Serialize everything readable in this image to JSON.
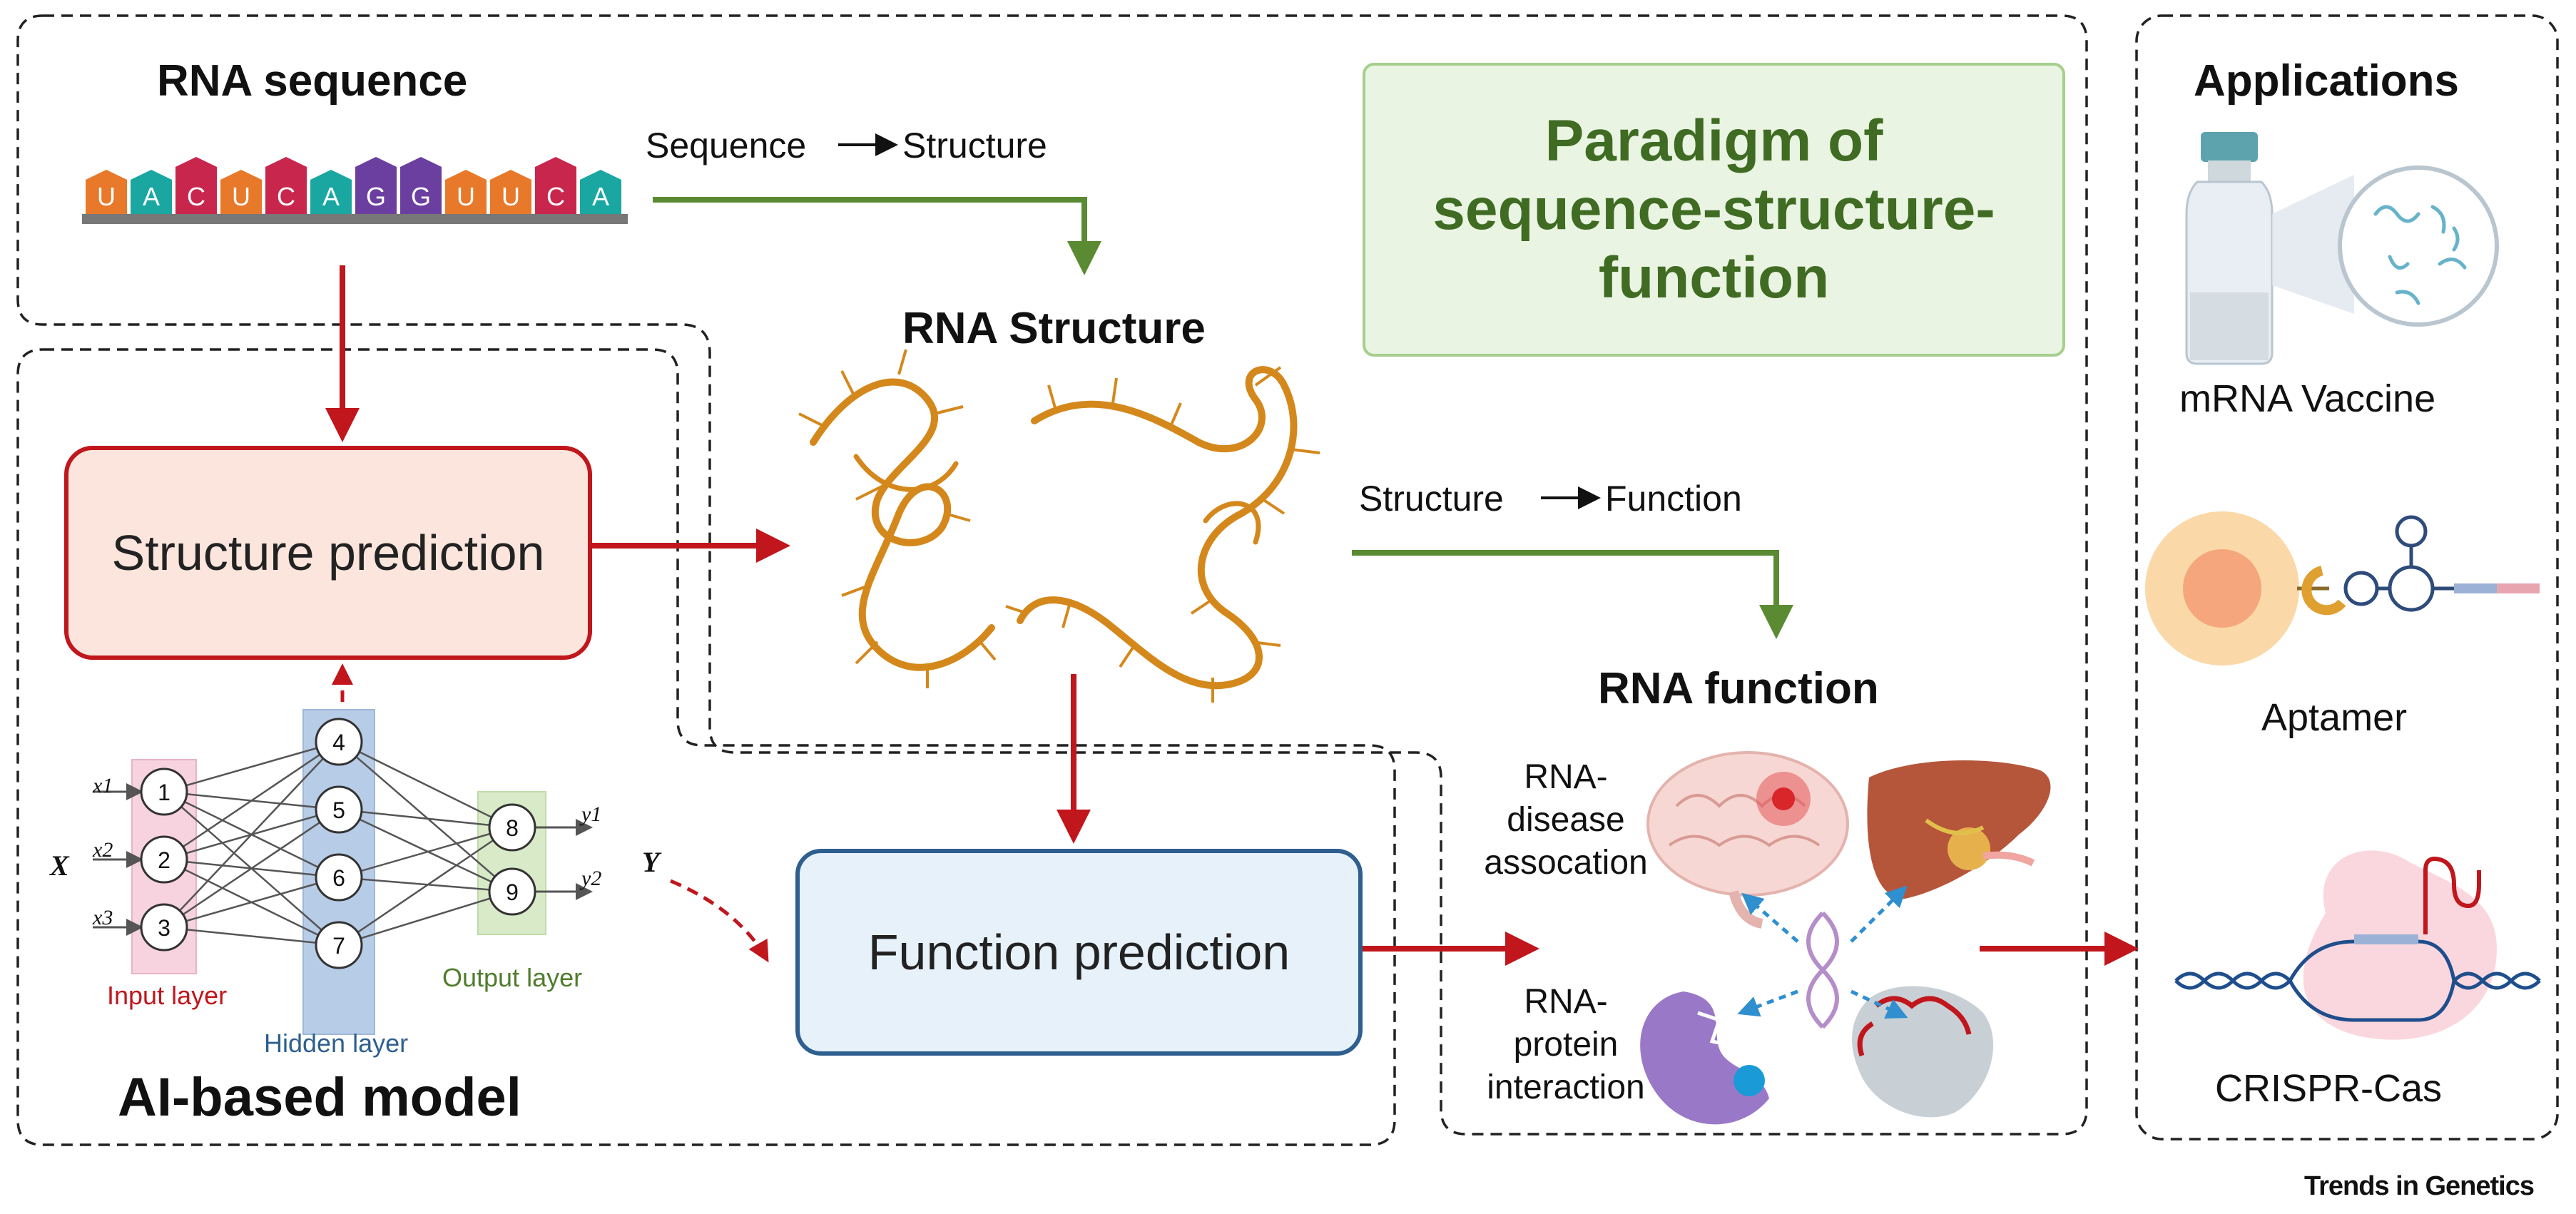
{
  "sequence": {
    "title": "RNA sequence",
    "bases": [
      "U",
      "A",
      "C",
      "U",
      "C",
      "A",
      "G",
      "G",
      "U",
      "U",
      "C",
      "A"
    ]
  },
  "structure": {
    "title": "RNA Structure"
  },
  "function": {
    "title": "RNA function",
    "disease_label": "RNA-\ndisease\nassocation",
    "protein_label": "RNA-\nprotein\ninteraction"
  },
  "paradigm": {
    "title": "Paradigm of\nsequence-structure-\nfunction"
  },
  "arrows": {
    "seq_struct_from": "Sequence",
    "seq_struct_to": "Structure",
    "struct_func_from": "Structure",
    "struct_func_to": "Function"
  },
  "boxes": {
    "structure_prediction": "Structure prediction",
    "function_prediction": "Function prediction"
  },
  "model": {
    "title": "AI-based model",
    "input_layer": "Input layer",
    "hidden_layer": "Hidden layer",
    "output_layer": "Output layer",
    "x_label": "X",
    "y_label": "Y",
    "inputs": [
      "x1",
      "x2",
      "x3"
    ],
    "outputs": [
      "y1",
      "y2"
    ],
    "input_nodes": [
      "1",
      "2",
      "3"
    ],
    "hidden_nodes": [
      "4",
      "5",
      "6",
      "7"
    ],
    "output_nodes": [
      "8",
      "9"
    ]
  },
  "applications": {
    "title": "Applications",
    "items": [
      "mRNA Vaccine",
      "Aptamer",
      "CRISPR-Cas"
    ]
  },
  "footer": {
    "brand": "Trends in Genetics"
  },
  "colors": {
    "red": "#c0161c",
    "green": "#5a8a32",
    "paradigm_text": "#3f6b23",
    "paradigm_bg": "#eaf4e2",
    "paradigm_border": "#a6cf8e",
    "structure_box_bg": "#fbe5dc",
    "structure_box_border": "#c0161c",
    "function_box_bg": "#e6f1fa",
    "function_box_border": "#2e5f8f",
    "rna_orange": "#d4881c"
  }
}
